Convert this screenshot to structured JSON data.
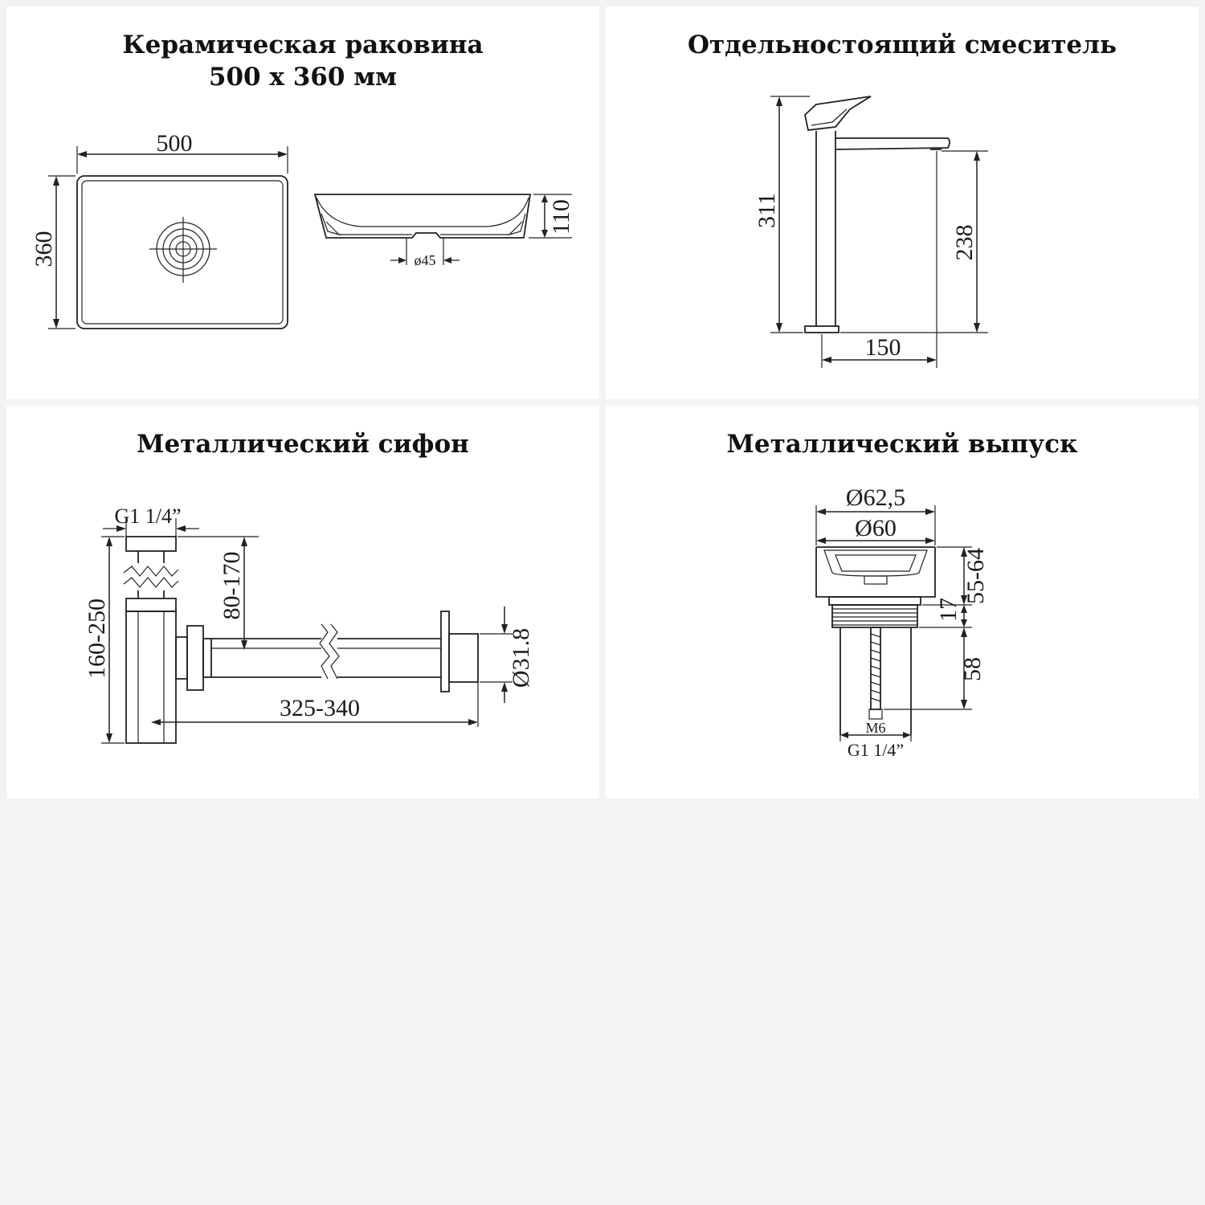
{
  "colors": {
    "background": "#f3f3f3",
    "panel": "#ffffff",
    "ink": "#222222"
  },
  "panels": [
    {
      "title": "Керамическая раковина\n500 х 360 мм",
      "dims": {
        "width": "500",
        "depth": "360",
        "height": "110",
        "drain": "ø45"
      }
    },
    {
      "title": "Отдельностоящий смеситель",
      "dims": {
        "total_height": "311",
        "spout_height": "238",
        "reach": "150"
      }
    },
    {
      "title": "Металлический сифон",
      "dims": {
        "thread": "G1 1/4”",
        "height_range": "160-250",
        "inlet_range": "80-170",
        "length_range": "325-340",
        "pipe_diameter": "Ø31.8"
      }
    },
    {
      "title": "Металлический выпуск",
      "dims": {
        "outer_diameter": "Ø62,5",
        "inner_diameter": "Ø60",
        "adjust_range": "55-64",
        "collar": "17",
        "length": "58",
        "screw": "M6",
        "thread": "G1 1/4”"
      }
    }
  ]
}
